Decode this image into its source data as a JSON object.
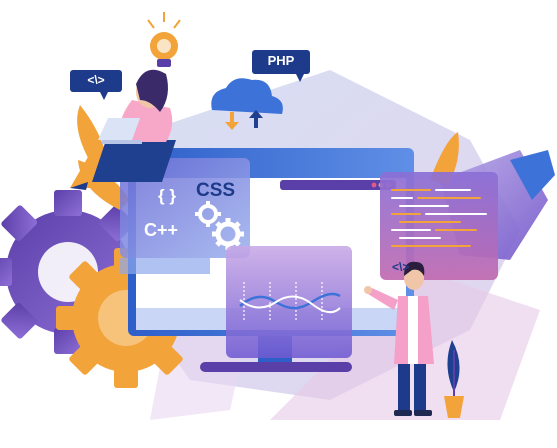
{
  "labels": {
    "php": "PHP",
    "code_tag": "<\\>",
    "braces": "{ }",
    "css": "CSS",
    "cpp": "C++",
    "code_tag_right": "<\\>"
  },
  "colors": {
    "purple_dark": "#5b3fa8",
    "purple_mid": "#7d5fd0",
    "purple_light": "#b9a7e6",
    "orange": "#f2a33a",
    "blue_dark": "#1f3f8f",
    "blue_mid": "#3d73d9",
    "blue_light": "#a8c4f2",
    "pink": "#e8a0c8",
    "navy_label": "#1e3a8a"
  },
  "icons": [
    "lightbulb-icon",
    "cloud-upload-icon",
    "gear-icon",
    "plant-icon"
  ]
}
